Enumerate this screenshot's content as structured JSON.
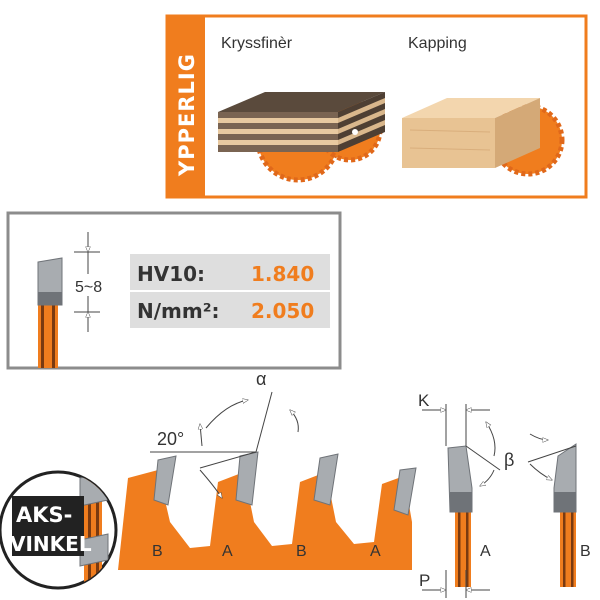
{
  "colors": {
    "accent": "#f07d1e",
    "orange_dark": "#d65f12",
    "steel": "#a8acb0",
    "steel_dark": "#6f7378",
    "frame_gray": "#8c8c8c",
    "hardness_panel": "#dedede",
    "text_dark": "#333333"
  },
  "application_panel": {
    "side_label": "YPPERLIG",
    "items": [
      {
        "label": "Kryssfinèr",
        "icon": "plywood-cut-illustration"
      },
      {
        "label": "Kapping",
        "icon": "crosscut-wood-illustration"
      }
    ]
  },
  "tooth_panel": {
    "dimension": "5~8",
    "specs": [
      {
        "label": "HV10:",
        "value": "1.840"
      },
      {
        "label": "N/mm²:",
        "value": "2.050"
      }
    ]
  },
  "geometry": {
    "alpha": "α",
    "hook_angle": "20°",
    "tooth_labels": [
      "B",
      "A",
      "B",
      "A"
    ],
    "k": "K",
    "beta": "β",
    "p": "P",
    "profile_a": "A",
    "profile_b": "B",
    "badge": [
      "AKS-",
      "VINKEL"
    ]
  }
}
